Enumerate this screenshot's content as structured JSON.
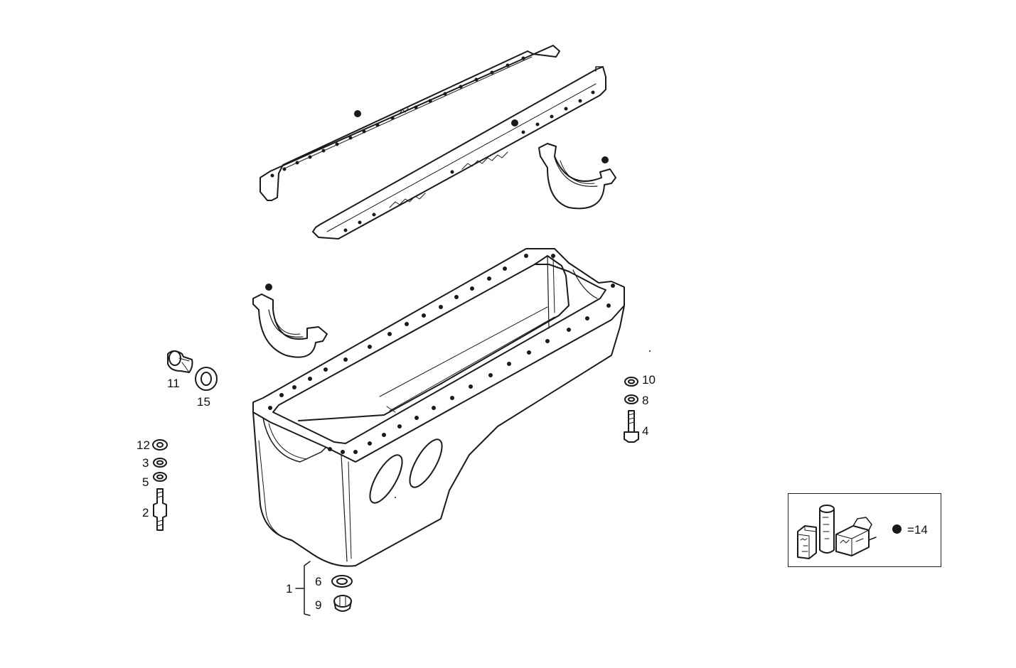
{
  "diagram": {
    "callouts": {
      "c1": "1",
      "c2": "2",
      "c3": "3",
      "c4": "4",
      "c5": "5",
      "c6": "6",
      "c8": "8",
      "c9": "9",
      "c10": "10",
      "c11": "11",
      "c12": "12",
      "c15": "15"
    },
    "legend": {
      "label": "=14"
    }
  },
  "colors": {
    "line": "#1a1a1a",
    "background": "#ffffff"
  }
}
